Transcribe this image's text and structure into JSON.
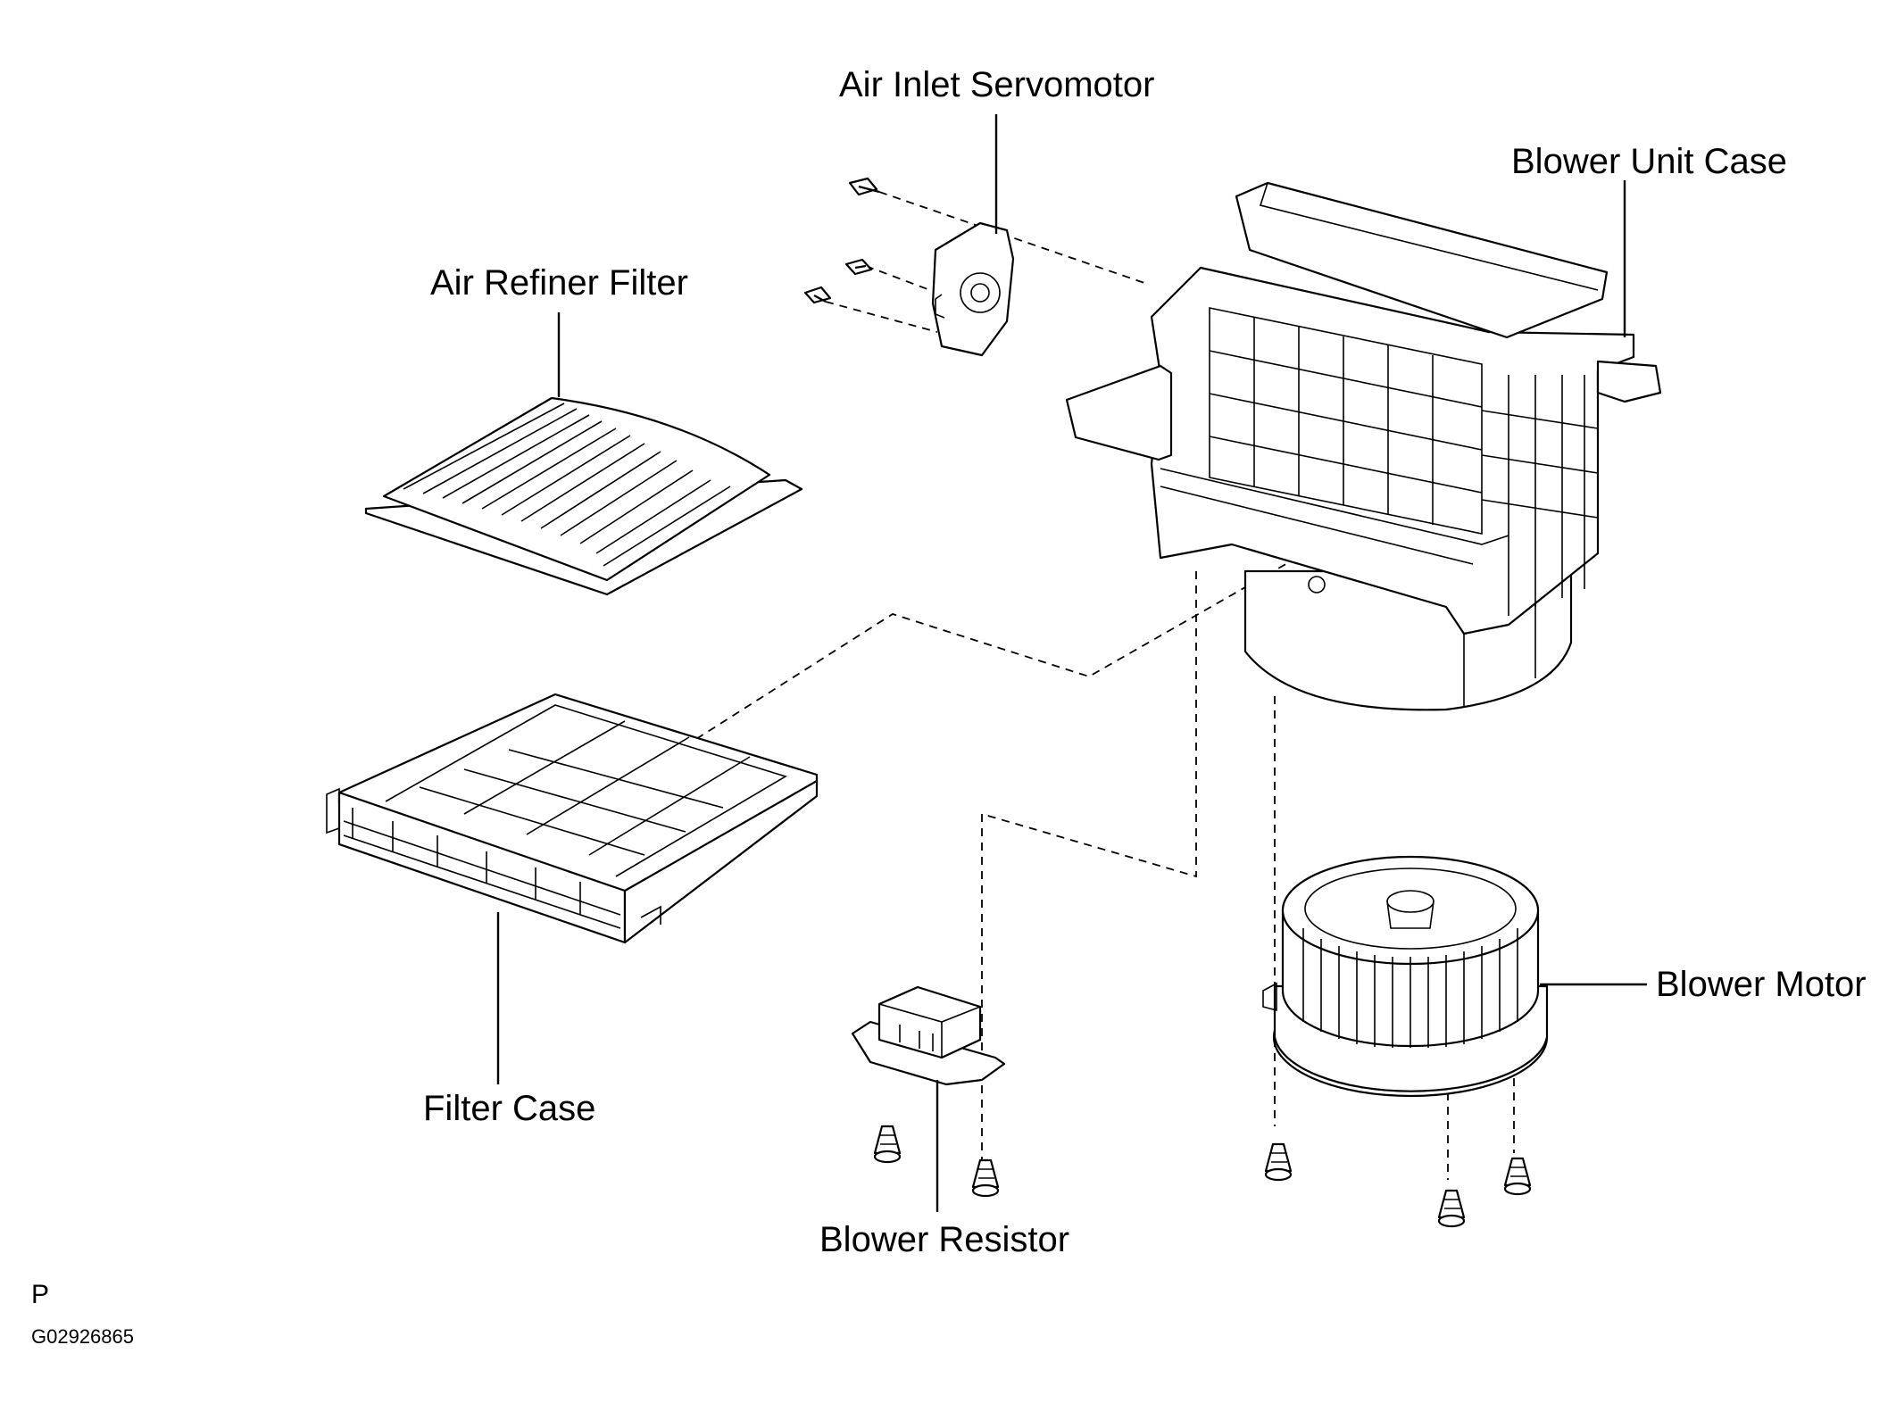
{
  "labels": {
    "air_inlet_servomotor": "Air Inlet Servomotor",
    "blower_unit_case": "Blower Unit Case",
    "air_refiner_filter": "Air Refiner Filter",
    "filter_case": "Filter Case",
    "blower_resistor": "Blower Resistor",
    "blower_motor": "Blower Motor"
  },
  "footer": {
    "page_code": "P",
    "figure_id": "G02926865"
  },
  "colors": {
    "line": "#000000",
    "background": "#ffffff"
  }
}
